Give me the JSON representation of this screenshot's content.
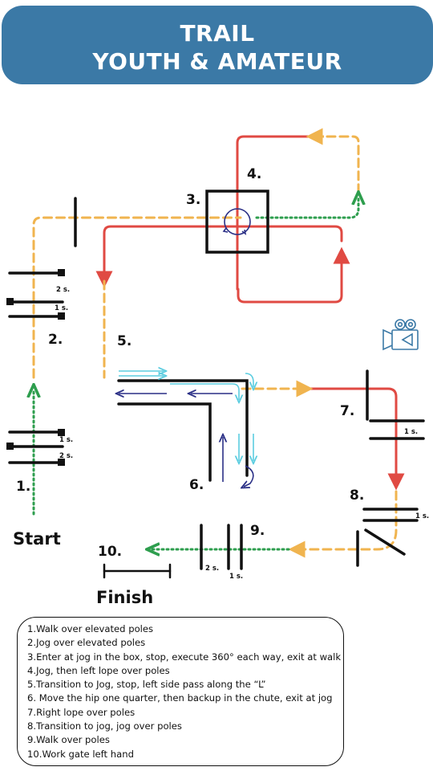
{
  "header": {
    "title_line1": "TRAIL",
    "title_line2": "YOUTH & AMATEUR",
    "background": "#3b79a6"
  },
  "course": {
    "obstacle_labels": [
      "1.",
      "2.",
      "3.",
      "4.",
      "5.",
      "6.",
      "7.",
      "8.",
      "9.",
      "10."
    ],
    "spacing_labels": {
      "poles2_top": "2 s.",
      "poles2_bottom": "1 s.",
      "poles1_top": "1 s.",
      "poles1_bottom": "2 s.",
      "poles7": "1 s.",
      "poles8": "1 s.",
      "poles9_left": "2 s.",
      "poles9_right": "1 s."
    },
    "start_label": "Start",
    "finish_label": "Finish",
    "camera_icon": "video-camera-icon",
    "colors": {
      "walk": "#2e9e4e",
      "jog": "#f0b44f",
      "lope": "#e04a43",
      "sidepass_light": "#5ccde0",
      "sidepass_dark": "#2a2f86",
      "obstacle": "#111111",
      "camera": "#3b79a6"
    }
  },
  "legend": {
    "items": [
      {
        "num": "1.",
        "text": "Walk over elevated poles"
      },
      {
        "num": "2.",
        "text": "Jog over elevated poles"
      },
      {
        "num": "3.",
        "text": "Enter at jog in the box, stop, execute 360° each way, exit at walk"
      },
      {
        "num": "4.",
        "text": "Jog, then left lope over poles"
      },
      {
        "num": "5.",
        "text": "Transition to Jog, stop, left side pass along the “L”"
      },
      {
        "num": "6.",
        "text": "  Move the hip one quarter, then backup in the chute, exit at jog"
      },
      {
        "num": "7.",
        "text": "Right lope over poles"
      },
      {
        "num": "8.",
        "text": "Transition to jog, jog over poles"
      },
      {
        "num": "9.",
        "text": "Walk over poles"
      },
      {
        "num": "10.",
        "text": "Work gate left hand"
      }
    ]
  }
}
